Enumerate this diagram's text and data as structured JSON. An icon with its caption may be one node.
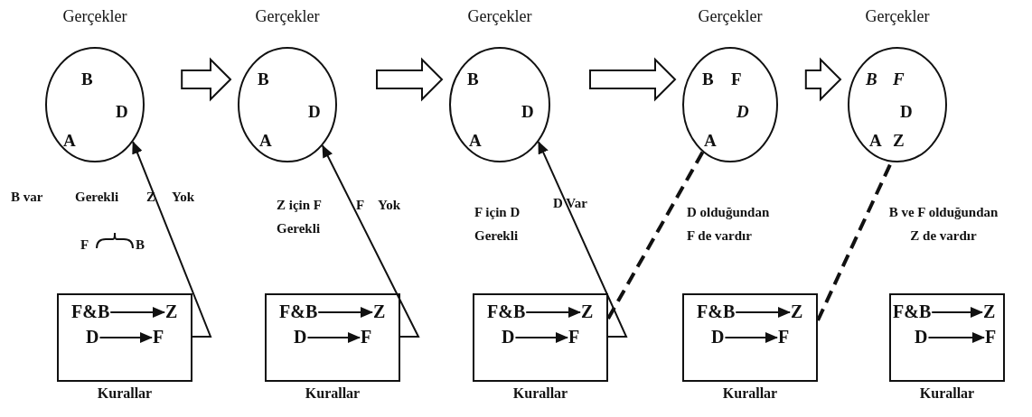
{
  "diagram": {
    "nodes": [
      {
        "text": [
          "Gerçekler",
          "B",
          "D",
          "A"
        ]
      },
      {
        "text": [
          "Gerçekler",
          "B",
          "D",
          "A"
        ]
      },
      {
        "text": [
          "Gerçekler",
          "B",
          "D",
          "A"
        ]
      },
      {
        "text": [
          "Gerçekler",
          "B",
          "F",
          "D",
          "A"
        ]
      },
      {
        "text": [
          "Gerçekler",
          "B",
          "F",
          "D",
          "A",
          "Z"
        ]
      },
      {
        "text": [
          "Kurallar"
        ]
      },
      {
        "text": [
          "F&B"
        ],
        "in": 5
      },
      {
        "text": [
          "Z"
        ],
        "in": 5
      },
      {
        "text": [
          "D"
        ],
        "in": 5
      },
      {
        "text": [
          "F"
        ],
        "in": 5
      },
      {
        "text": [
          "Kurallar"
        ]
      },
      {
        "text": [
          "F&B"
        ],
        "in": 10
      },
      {
        "text": [
          "Z"
        ],
        "in": 10
      },
      {
        "text": [
          "D"
        ],
        "in": 10
      },
      {
        "text": [
          "F"
        ],
        "in": 10
      },
      {
        "text": [
          "Kurallar"
        ]
      },
      {
        "text": [
          "F&B"
        ],
        "in": 15
      },
      {
        "text": [
          "Z"
        ],
        "in": 15
      },
      {
        "text": [
          "D"
        ],
        "in": 15
      },
      {
        "text": [
          "F"
        ],
        "in": 15
      },
      {
        "text": [
          "Kurallar"
        ]
      },
      {
        "text": [
          "F&B"
        ],
        "in": 20
      },
      {
        "text": [
          "Z"
        ],
        "in": 20
      },
      {
        "text": [
          "D"
        ],
        "in": 20
      },
      {
        "text": [
          "F"
        ],
        "in": 20
      },
      {
        "text": [
          "Kurallar"
        ]
      },
      {
        "text": [
          "F&B"
        ],
        "in": 25
      },
      {
        "text": [
          "Z"
        ],
        "in": 25
      },
      {
        "text": [
          "D"
        ],
        "in": 25
      },
      {
        "text": [
          "F"
        ],
        "in": 25
      }
    ],
    "edges": [
      {
        "from": 0,
        "to": 1,
        "arrow": "to",
        "style": "thick"
      },
      {
        "from": 1,
        "to": 2,
        "arrow": "to",
        "style": "thick"
      },
      {
        "from": 2,
        "to": 3,
        "arrow": "to",
        "style": "thick"
      },
      {
        "from": 3,
        "to": 4,
        "arrow": "to",
        "style": "thick"
      },
      {
        "from": 6,
        "to": 7,
        "arrow": "to"
      },
      {
        "from": 8,
        "to": 9,
        "arrow": "to"
      },
      {
        "from": 11,
        "to": 12,
        "arrow": "to"
      },
      {
        "from": 13,
        "to": 14,
        "arrow": "to"
      },
      {
        "from": 16,
        "to": 17,
        "arrow": "to"
      },
      {
        "from": 18,
        "to": 19,
        "arrow": "to"
      },
      {
        "from": 21,
        "to": 22,
        "arrow": "to"
      },
      {
        "from": 23,
        "to": 24,
        "arrow": "to"
      },
      {
        "from": 26,
        "to": 27,
        "arrow": "to"
      },
      {
        "from": 28,
        "to": 29,
        "arrow": "to"
      },
      {
        "from": 5,
        "to": 0,
        "arrow": "to"
      },
      {
        "from": 10,
        "to": 1,
        "arrow": "to"
      },
      {
        "from": 15,
        "to": 2,
        "arrow": "to"
      },
      {
        "from": 15,
        "to": 3,
        "arrow": "none",
        "style": "dashed"
      },
      {
        "from": 20,
        "to": 4,
        "arrow": "none",
        "style": "dashed"
      }
    ],
    "labels": [
      "B var",
      "Gerekli",
      "Z",
      "Yok",
      "F",
      "B",
      "Z için F Gerekli",
      "F",
      "Yok",
      "F için D Gerekli",
      "D Var",
      "D olduğundan F de vardır",
      "B ve F olduğundan Z de vardır"
    ]
  }
}
